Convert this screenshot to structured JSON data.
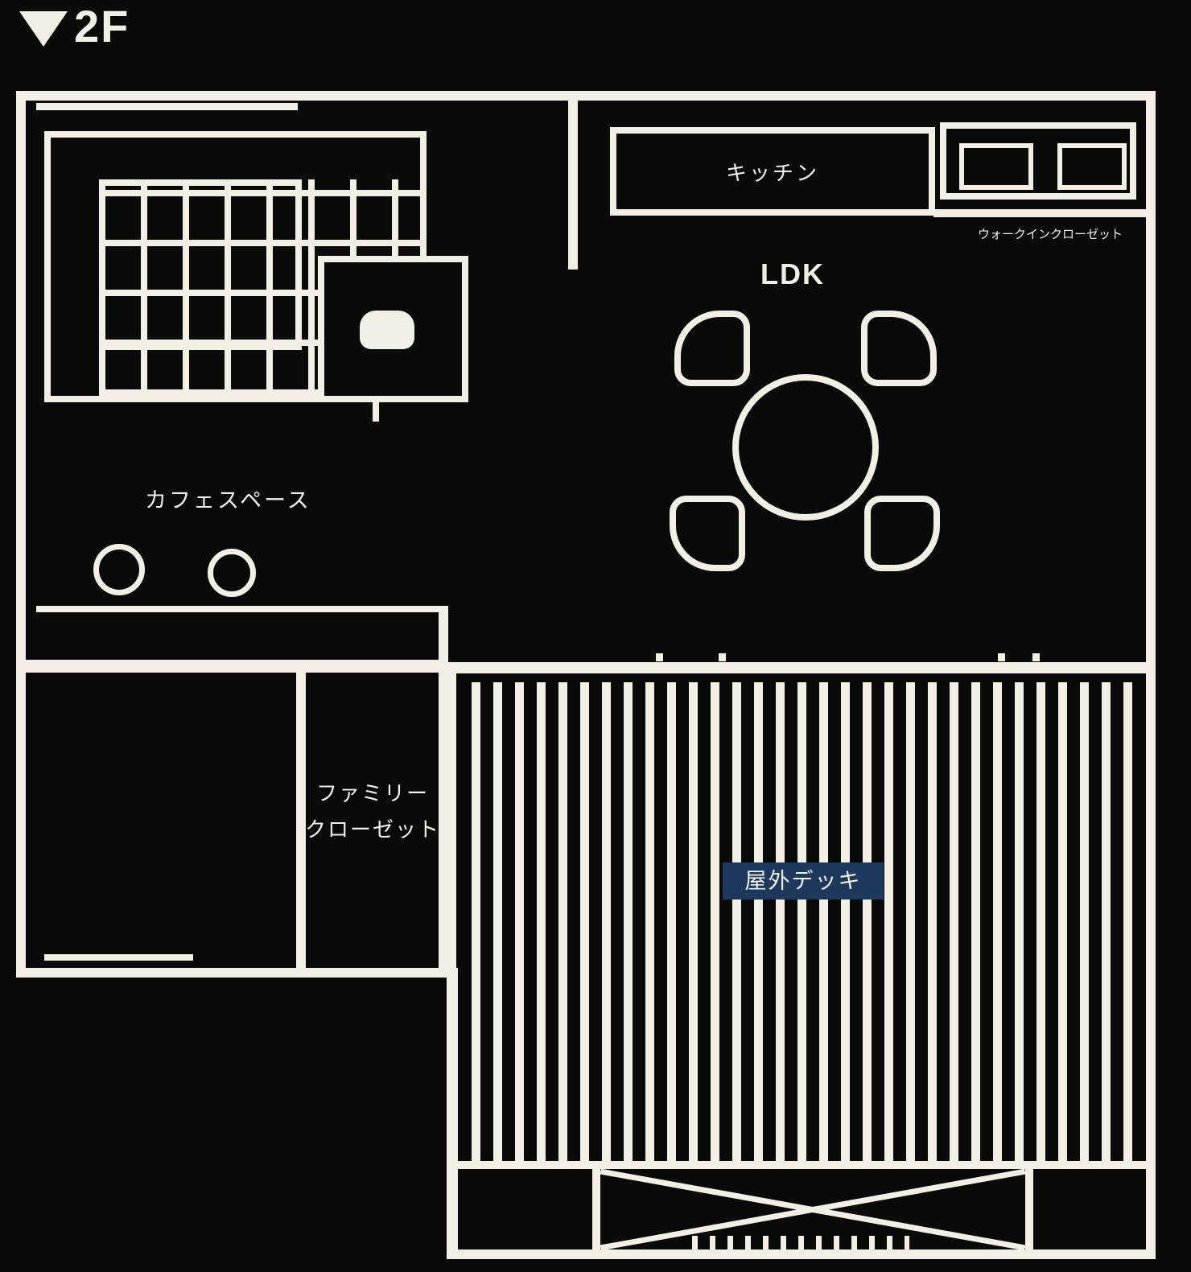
{
  "type": "floor-plan",
  "colors": {
    "background": "#0a0a0b",
    "line": "#f3efe4",
    "deck_label_background": "#1d3a5e",
    "deck_label_text": "#f3efe4"
  },
  "header": {
    "floor": "2F"
  },
  "labels": {
    "kitchen": "キッチン",
    "closet_note": "ウォークインクローゼット",
    "ldk": "LDK",
    "cafe": "カフェスペース",
    "room_line1": "ファミリー",
    "room_line2": "クローゼット",
    "deck": "屋外デッキ"
  }
}
